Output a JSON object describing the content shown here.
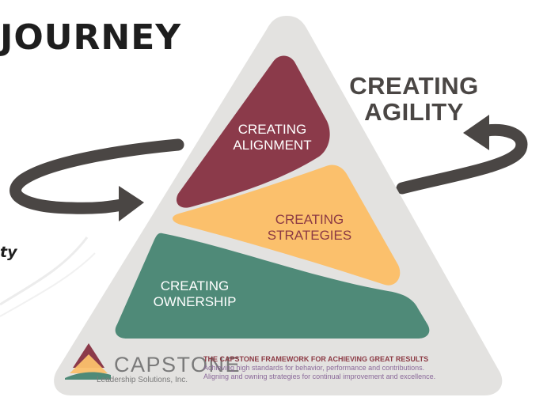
{
  "heading": "JOURNEY",
  "side_word": "ty",
  "agility": {
    "line1": "CREATING",
    "line2": "AGILITY"
  },
  "layers": {
    "top": {
      "line1": "CREATING",
      "line2": "ALIGNMENT"
    },
    "middle": {
      "line1": "CREATING",
      "line2": "STRATEGIES"
    },
    "bottom": {
      "line1": "CREATING",
      "line2": "OWNERSHIP"
    }
  },
  "brand": {
    "name": "CAPSTONE",
    "subtitle": "Leadership Solutions, Inc."
  },
  "tagline": {
    "title": "THE CAPSTONE FRAMEWORK FOR ACHIEVING GREAT RESULTS",
    "line1": "Achieving high standards for behavior, performance and contributions.",
    "line2": "Aligning and owning strategies for continual improvement and excellence."
  },
  "colors": {
    "triangle_bg": "#e3e2e0",
    "alignment": "#8b3a4a",
    "strategies": "#fbc06c",
    "ownership": "#4f8a78",
    "arrow": "#4a4644"
  }
}
